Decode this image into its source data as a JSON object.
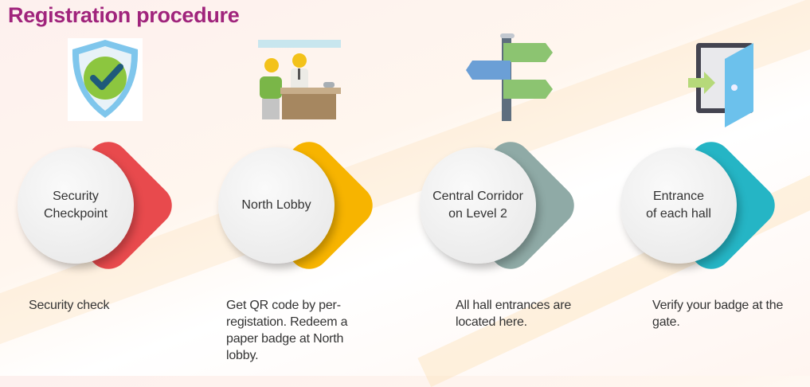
{
  "title": "Registration procedure",
  "steps": [
    {
      "label": "Security\nCheckpoint",
      "description": "Security check",
      "color": "#e84a4d",
      "icon": "shield-check-icon"
    },
    {
      "label": "North Lobby",
      "description": "Get QR code by per-registation. Redeem a paper badge at North lobby.",
      "color": "#f7b400",
      "icon": "reception-desk-icon"
    },
    {
      "label": "Central Corridor\non Level 2",
      "description": "All hall entrances are located here.",
      "color": "#8faaa6",
      "icon": "signpost-icon"
    },
    {
      "label": "Entrance\nof each hall",
      "description": "Verify your badge at the gate.",
      "color": "#25b5c5",
      "icon": "door-entrance-icon"
    }
  ]
}
